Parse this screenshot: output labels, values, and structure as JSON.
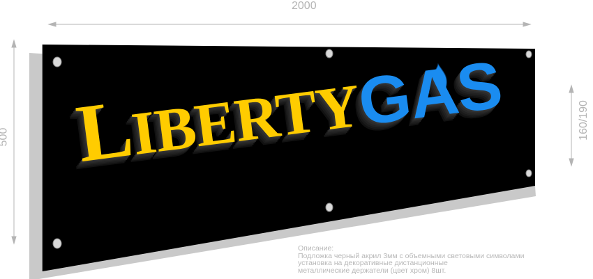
{
  "dimensions": {
    "width_label": "2000",
    "height_label": "500",
    "letter_height_label": "160/190"
  },
  "logo": {
    "part1": "LIBERTY",
    "part1_first": "L",
    "part1_rest": "IBERTY",
    "part2": "GAS",
    "part1_color": "#ffcc00",
    "part2_color": "#1a8cf0",
    "flame_icon": "flame-icon"
  },
  "description": {
    "heading": "Описание:",
    "line1": "Подложка черный акрил 3мм с  объемными световыми символами",
    "line2": "установка на декоративные дистанционные",
    "line3": "металлические  держатели (цвет хром) 8шт."
  },
  "colors": {
    "panel": "#000000",
    "shadow": "#c8c8c8",
    "dimension_lines": "#b4b4b4"
  }
}
